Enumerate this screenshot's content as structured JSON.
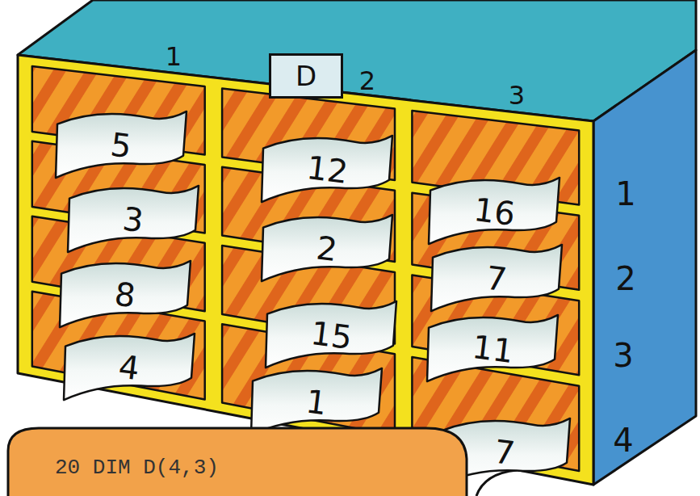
{
  "diagram": {
    "nodes": [
      {
        "text": [
          "D"
        ]
      },
      {
        "text": [
          "5"
        ]
      },
      {
        "text": [
          "12"
        ]
      },
      {
        "text": [
          "16"
        ]
      },
      {
        "text": [
          "3"
        ]
      },
      {
        "text": [
          "2"
        ]
      },
      {
        "text": [
          "7"
        ]
      },
      {
        "text": [
          "8"
        ]
      },
      {
        "text": [
          "15"
        ]
      },
      {
        "text": [
          "11"
        ]
      },
      {
        "text": [
          "4"
        ]
      },
      {
        "text": [
          "1"
        ]
      },
      {
        "text": [
          "7"
        ]
      },
      {
        "text": [
          "20 DIM D(4,3)"
        ]
      }
    ],
    "labels": [
      "1",
      "2",
      "3",
      "1",
      "2",
      "3",
      "4"
    ]
  }
}
